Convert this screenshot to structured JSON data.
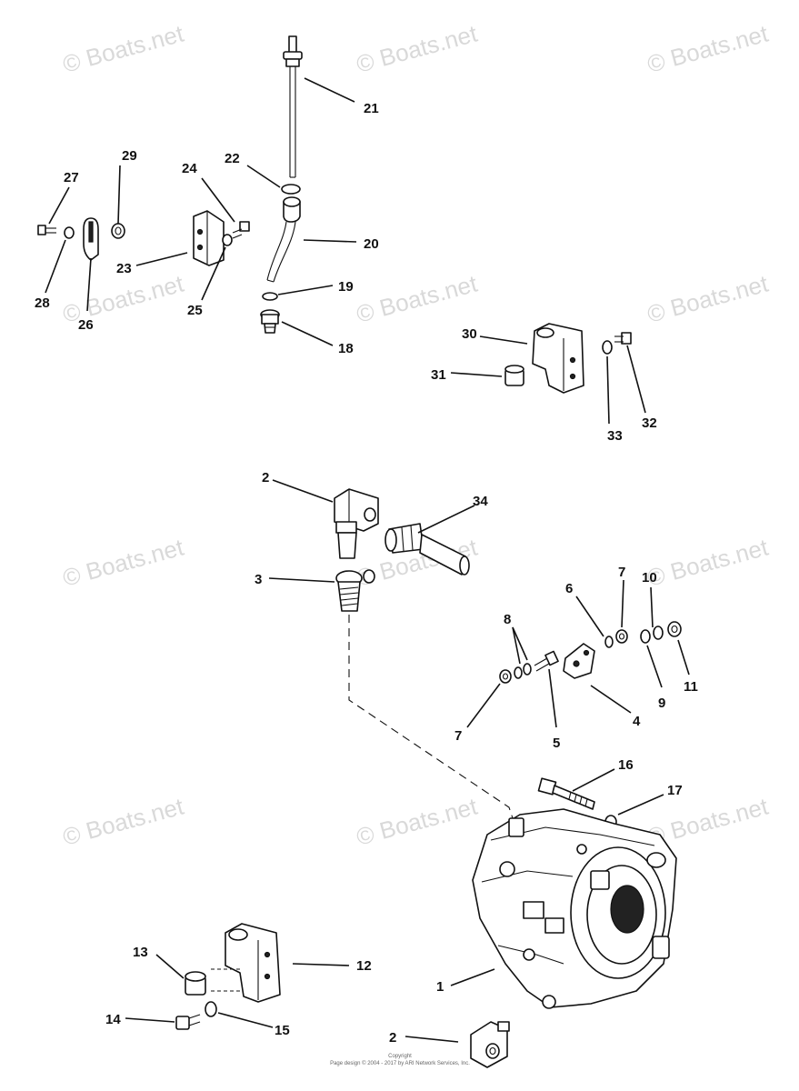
{
  "watermark": "© Boats.net",
  "callouts": {
    "c1": "1",
    "c2a": "2",
    "c2b": "2",
    "c3": "3",
    "c4": "4",
    "c5": "5",
    "c6": "6",
    "c7a": "7",
    "c7b": "7",
    "c8": "8",
    "c9": "9",
    "c10": "10",
    "c11": "11",
    "c12": "12",
    "c13": "13",
    "c14": "14",
    "c15": "15",
    "c16": "16",
    "c17": "17",
    "c18": "18",
    "c19": "19",
    "c20": "20",
    "c21": "21",
    "c22": "22",
    "c23": "23",
    "c24": "24",
    "c25": "25",
    "c26": "26",
    "c27": "27",
    "c28": "28",
    "c29": "29",
    "c30": "30",
    "c31": "31",
    "c32": "32",
    "c33": "33",
    "c34": "34"
  },
  "footer": {
    "line1": "Copyright",
    "line2": "Page design © 2004 - 2017 by ARI Network Services, Inc."
  }
}
